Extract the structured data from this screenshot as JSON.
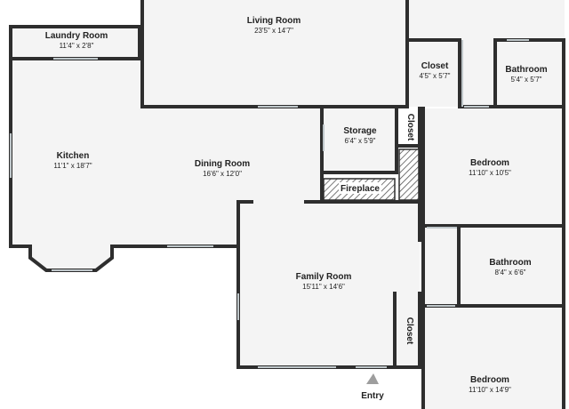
{
  "floor_plan": {
    "rooms": [
      {
        "key": "laundry",
        "name": "Laundry Room",
        "dims": "11'4\" x 2'8\""
      },
      {
        "key": "living",
        "name": "Living Room",
        "dims": "23'5\" x 14'7\""
      },
      {
        "key": "closet1",
        "name": "Closet",
        "dims": "4'5\" x 5'7\""
      },
      {
        "key": "bath1",
        "name": "Bathroom",
        "dims": "5'4\" x 5'7\""
      },
      {
        "key": "kitchen",
        "name": "Kitchen",
        "dims": "11'1\" x 18'7\""
      },
      {
        "key": "dining",
        "name": "Dining Room",
        "dims": "16'6\" x 12'0\""
      },
      {
        "key": "storage",
        "name": "Storage",
        "dims": "6'4\" x 5'9\""
      },
      {
        "key": "bedroom1",
        "name": "Bedroom",
        "dims": "11'10\" x 10'5\""
      },
      {
        "key": "bath2",
        "name": "Bathroom",
        "dims": "8'4\" x 6'6\""
      },
      {
        "key": "family",
        "name": "Family Room",
        "dims": "15'11\" x 14'6\""
      },
      {
        "key": "bedroom2",
        "name": "Bedroom",
        "dims": "11'10\" x 14'9\""
      }
    ],
    "vertical_labels": [
      {
        "key": "closet2",
        "name": "Closet"
      },
      {
        "key": "closet3",
        "name": "Closet"
      }
    ],
    "fireplace": "Fireplace",
    "entry": "Entry",
    "colors": {
      "wall": "#2e2e2e",
      "floor": "#f4f4f4",
      "window": "#cfd8dc",
      "text": "#222222"
    }
  }
}
